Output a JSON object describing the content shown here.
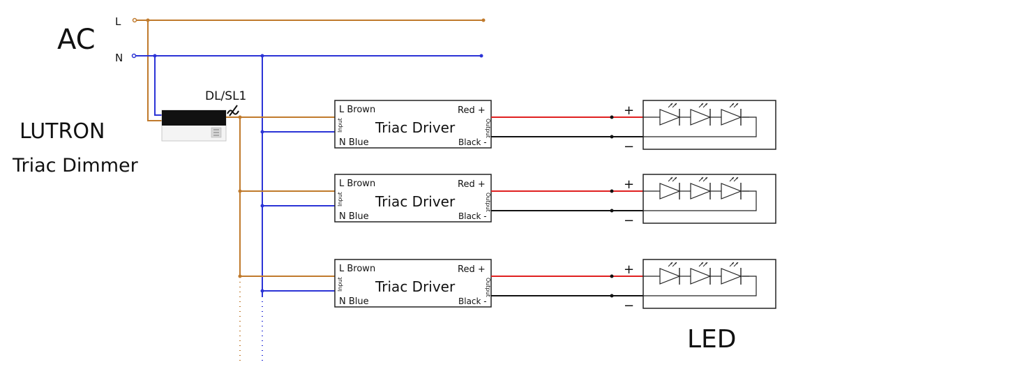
{
  "labels": {
    "ac": "AC",
    "line": "L",
    "neutral": "N",
    "dimmer_brand": "LUTRON",
    "dimmer_type": "Triac Dimmer",
    "dimmer_model": "DL/SL1",
    "led": "LED"
  },
  "drivers": [
    {
      "title": "Triac Driver",
      "l_in": "L Brown",
      "n_in": "N Blue",
      "out_pos": "Red +",
      "out_neg": "Black -",
      "input": "Input",
      "output": "Output",
      "plus": "+",
      "minus": "−"
    },
    {
      "title": "Triac Driver",
      "l_in": "L Brown",
      "n_in": "N Blue",
      "out_pos": "Red +",
      "out_neg": "Black -",
      "input": "Input",
      "output": "Output",
      "plus": "+",
      "minus": "−"
    },
    {
      "title": "Triac Driver",
      "l_in": "L Brown",
      "n_in": "N Blue",
      "out_pos": "Red +",
      "out_neg": "Black -",
      "input": "Input",
      "output": "Output",
      "plus": "+",
      "minus": "−"
    }
  ],
  "colors": {
    "line_wire": "#c07a2c",
    "neutral_wire": "#2b33d6",
    "positive_wire": "#e02020",
    "negative_wire": "#111111"
  }
}
